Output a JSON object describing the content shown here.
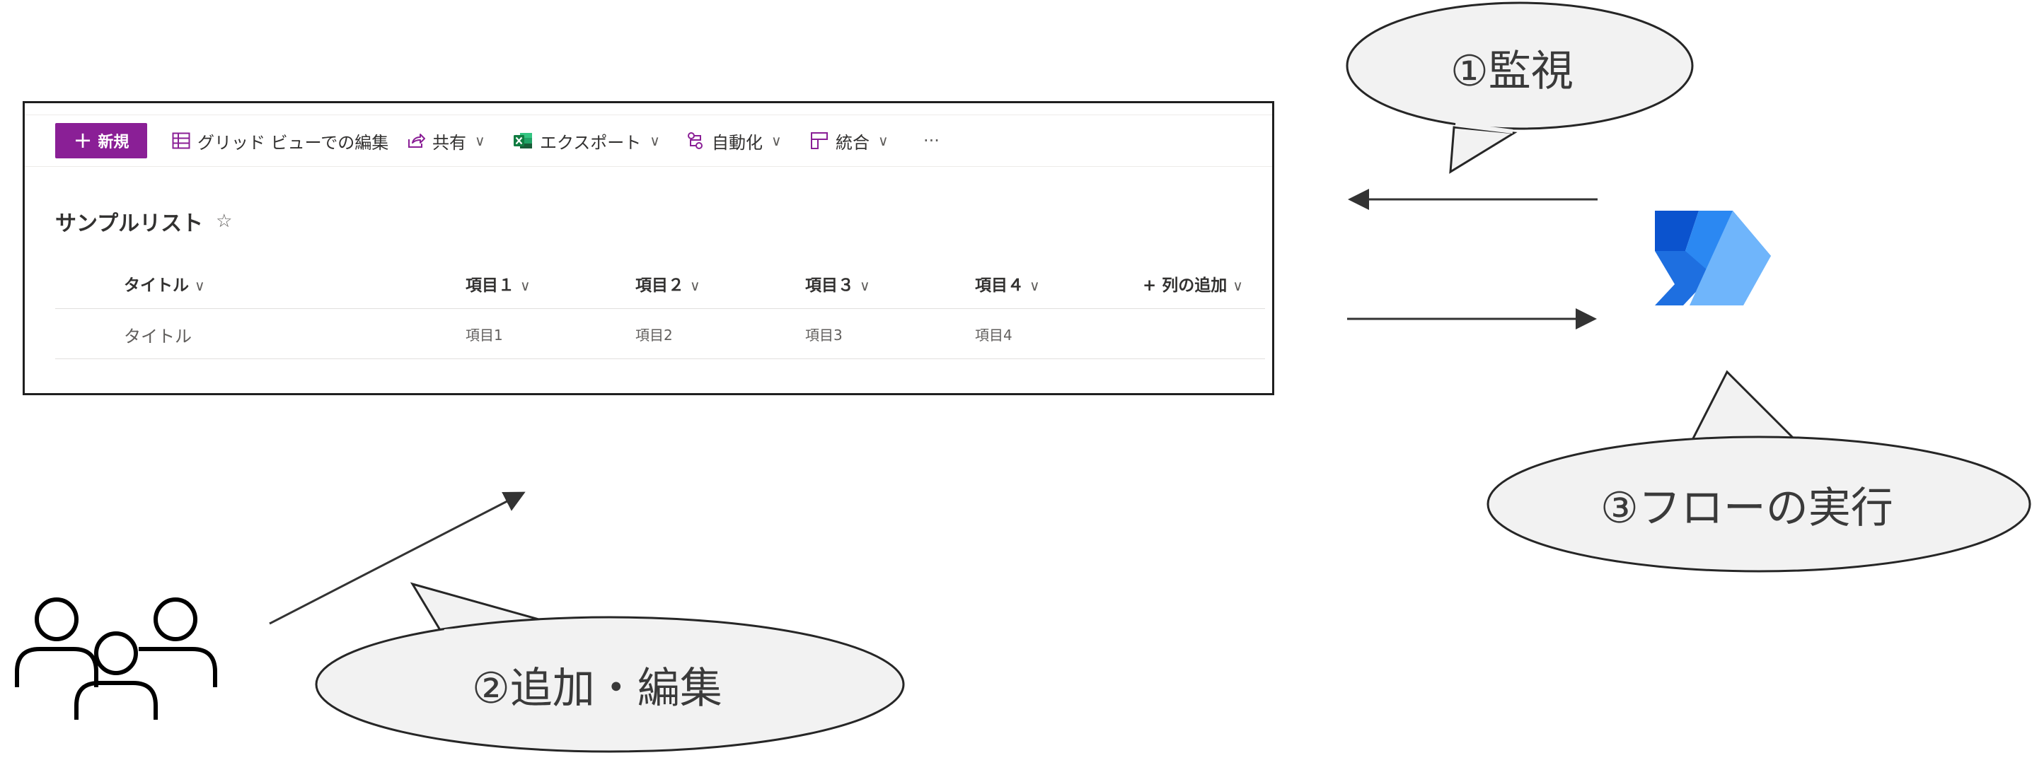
{
  "toolbar": {
    "new_label": "新規",
    "grid_edit_label": "グリッド ビューでの編集",
    "share_label": "共有",
    "export_label": "エクスポート",
    "automate_label": "自動化",
    "integrate_label": "統合",
    "more_label": "···",
    "chevron": "∨"
  },
  "list": {
    "title": "サンプルリスト",
    "favorite_star": "☆",
    "columns": [
      "タイトル",
      "項目１",
      "項目２",
      "項目３",
      "項目４"
    ],
    "add_column_label": "+ 列の追加",
    "rows": [
      [
        "タイトル",
        "項目1",
        "項目2",
        "項目3",
        "項目4"
      ]
    ]
  },
  "callouts": {
    "monitor": "①監視",
    "add_edit": "②追加・編集",
    "run_flow": "③フローの実行"
  },
  "icons": {
    "users": "users-group-icon",
    "power_automate": "power-automate-icon",
    "excel": "excel-icon"
  },
  "colors": {
    "new_button": "#8a1f96",
    "callout_fill": "#f2f2f2",
    "callout_stroke": "#262626",
    "accent_purple": "#8a1f96",
    "pa_dark": "#0b53ce",
    "pa_mid": "#2b88f2",
    "pa_light": "#6fb5fb"
  }
}
